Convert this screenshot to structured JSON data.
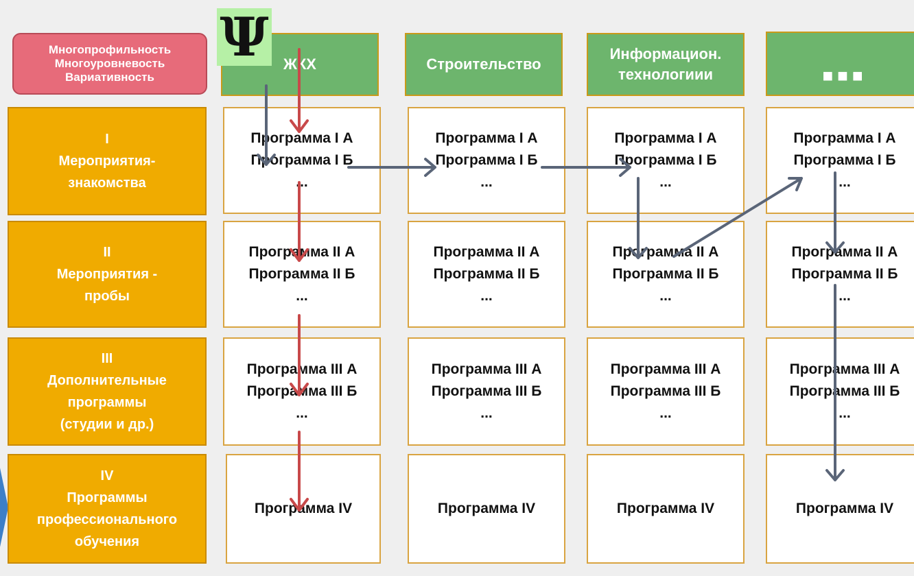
{
  "corner": {
    "lines": [
      "Многопрофильность",
      "Многоуровневость",
      "Вариативность"
    ]
  },
  "psi_symbol": "Ψ",
  "columns": [
    {
      "lines": [
        "ЖКХ"
      ]
    },
    {
      "lines": [
        "Строительство"
      ]
    },
    {
      "lines": [
        "Информацион.",
        "технологиии"
      ]
    },
    {
      "lines": [
        "■■■"
      ]
    }
  ],
  "rows": [
    {
      "lines": [
        "I",
        "Мероприятия-",
        "знакомства"
      ]
    },
    {
      "lines": [
        "II",
        "Мероприятия -",
        "пробы"
      ]
    },
    {
      "lines": [
        "III",
        "Дополнительные",
        "программы",
        "(студии и др.)"
      ]
    },
    {
      "lines": [
        "IV",
        "Программы",
        "профессионального",
        "обучения"
      ]
    }
  ],
  "cells": [
    [
      "Программа I А",
      "Программа I Б",
      "..."
    ],
    [
      "Программа II А",
      "Программа II Б",
      "..."
    ],
    [
      "Программа III А",
      "Программа III Б",
      "..."
    ],
    [
      "Программа IV"
    ]
  ],
  "colors": {
    "red_arrow": "#c8494a",
    "gray_arrow": "#5a6578",
    "corner_fill": "#e76b7a",
    "column_fill": "#6db56d",
    "row_fill": "#f0ab00"
  }
}
